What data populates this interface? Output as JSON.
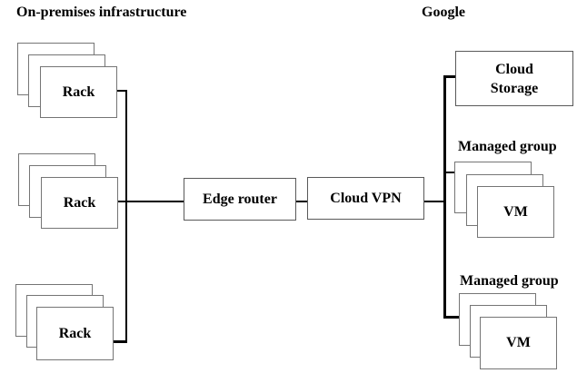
{
  "sections": {
    "left_title": "On-premises infrastructure",
    "right_title": "Google"
  },
  "nodes": {
    "racks": [
      {
        "label": "Rack"
      },
      {
        "label": "Rack"
      },
      {
        "label": "Rack"
      }
    ],
    "edge_router": {
      "label": "Edge router"
    },
    "cloud_vpn": {
      "label": "Cloud VPN"
    },
    "cloud_storage": {
      "line1": "Cloud",
      "line2": "Storage"
    },
    "managed_groups": [
      {
        "title": "Managed group",
        "vm": {
          "label": "VM"
        }
      },
      {
        "title": "Managed group",
        "vm": {
          "label": "VM"
        }
      }
    ]
  },
  "colors": {
    "background": "#ffffff",
    "stack_border": "#757575",
    "node_border": "#595959",
    "connector": "#000000",
    "text": "#000000"
  }
}
